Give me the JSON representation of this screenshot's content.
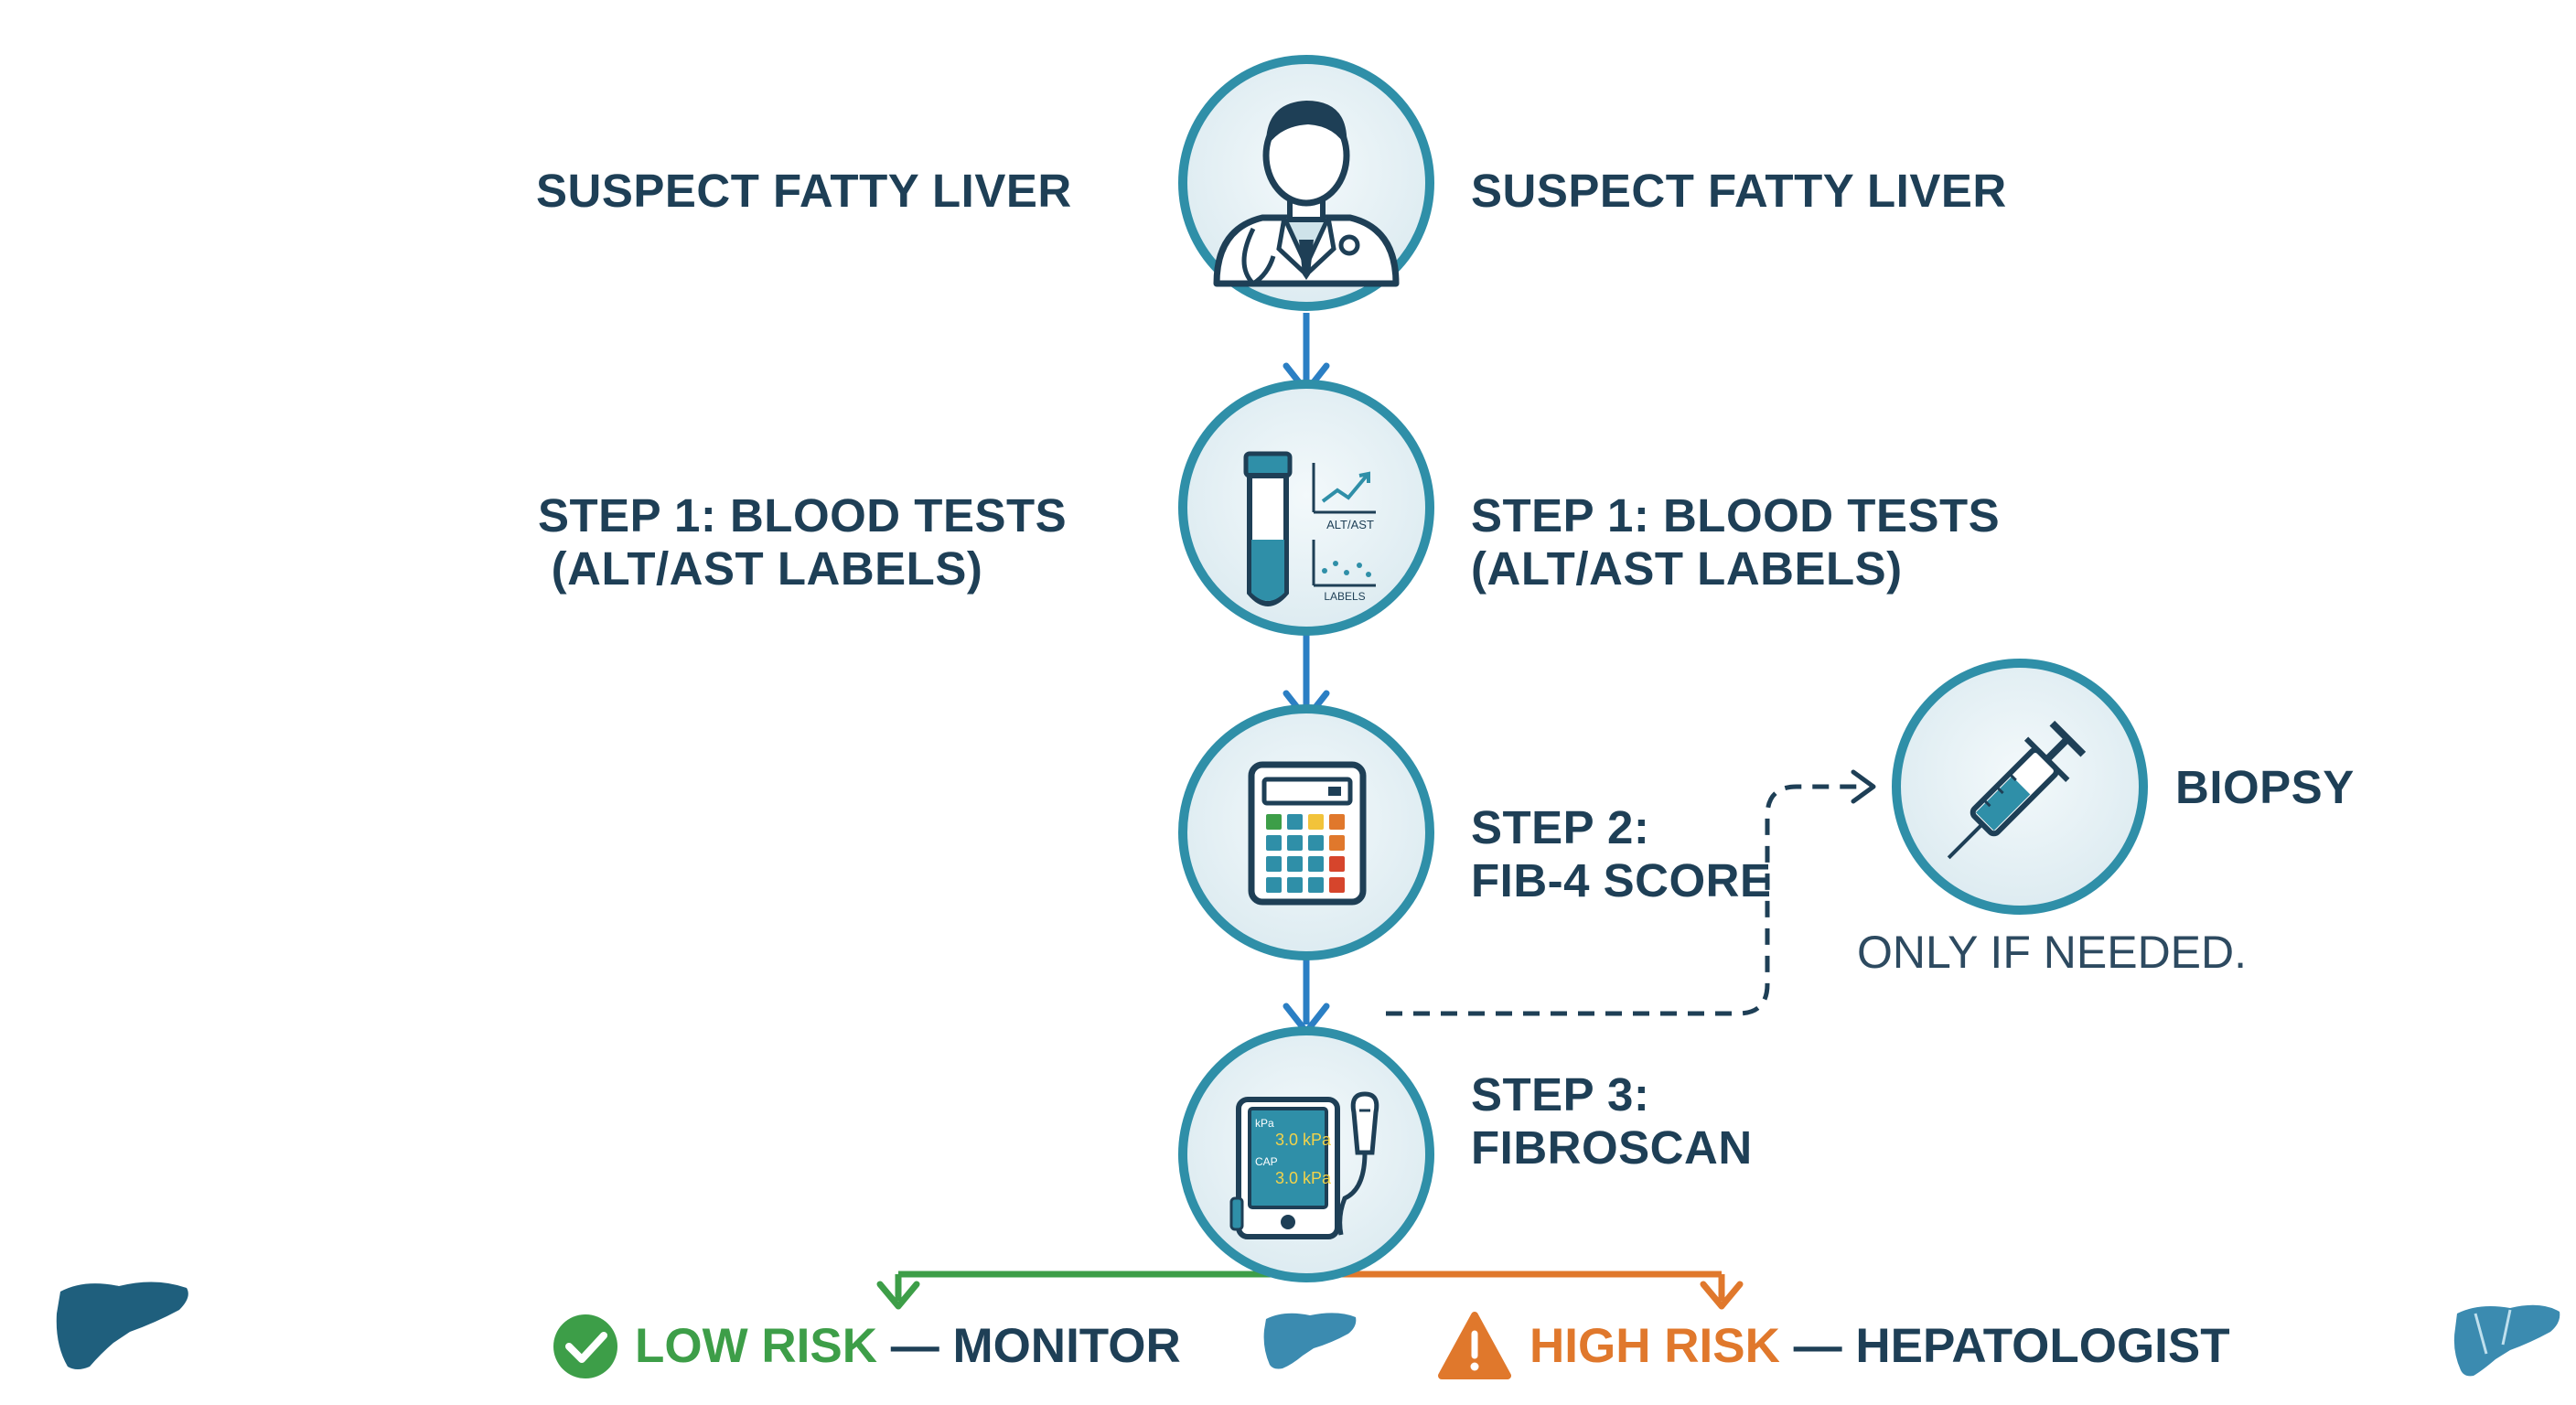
{
  "steps": {
    "start": {
      "left_label": "SUSPECT FATTY LIVER",
      "right_label": "SUSPECT FATTY LIVER"
    },
    "step1": {
      "left_line1": "STEP 1: BLOOD TESTS",
      "left_line2": " (ALT/AST LABELS)",
      "right_line1": "STEP 1: BLOOD TESTS",
      "right_line2": "(ALT/AST LABELS)",
      "icon_text_top": "ALT/AST",
      "icon_text_bottom": "LABELS"
    },
    "step2": {
      "line1": "STEP 2:",
      "line2": "FIB-4 SCORE"
    },
    "step3": {
      "line1": "STEP 3:",
      "line2": "FIBROSCAN",
      "screen_unit_1": "kPa",
      "screen_value_1": "3.0 kPa",
      "screen_unit_2": "CAP",
      "screen_value_2": "3.0 kPa"
    },
    "biopsy": {
      "label": "BIOPSY",
      "note": "ONLY IF NEEDED."
    }
  },
  "outcomes": {
    "low": {
      "risk": "LOW RISK",
      "separator": " — ",
      "action": "MONITOR"
    },
    "high": {
      "risk": "HIGH RISK",
      "separator": " — ",
      "action": "HEPATOLOGIST"
    }
  },
  "colors": {
    "circle_stroke": "#2f8fa8",
    "circle_fill": "#e6f1f5",
    "flow_arrow": "#2b7fc4",
    "low_risk": "#3d9e48",
    "high_risk": "#e0782c",
    "label_text": "#1e3f56",
    "liver": "#1f5f7d"
  },
  "icons": [
    "doctor-icon",
    "test-tube-chart-icon",
    "calculator-icon",
    "fibroscan-device-icon",
    "syringe-icon",
    "check-icon",
    "warning-icon",
    "liver-icon"
  ]
}
